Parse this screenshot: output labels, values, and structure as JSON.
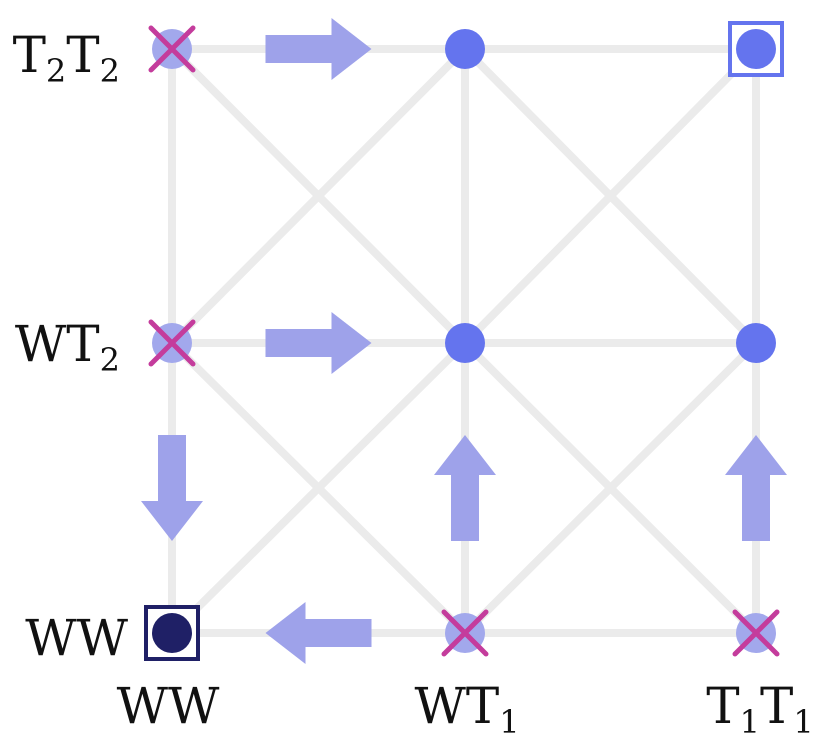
{
  "colors": {
    "grid": "#ebebeb",
    "arrow": "#9ea2ea",
    "node_active": "#6474ee",
    "node_faded": "#a2a8ec",
    "cross": "#c43c9c",
    "box_blue": "#6474ee",
    "box_navy": "#1f2066",
    "node_navy": "#1f2066",
    "text": "#111111"
  },
  "row_labels": [
    {
      "main": "T",
      "sub1": "2",
      "main2": "T",
      "sub2": "2"
    },
    {
      "main": "WT",
      "sub1": "2",
      "main2": "",
      "sub2": ""
    },
    {
      "main": "WW",
      "sub1": "",
      "main2": "",
      "sub2": ""
    }
  ],
  "col_labels": [
    {
      "main": "WW",
      "sub1": "",
      "main2": "",
      "sub2": ""
    },
    {
      "main": "WT",
      "sub1": "1",
      "main2": "",
      "sub2": ""
    },
    {
      "main": "T",
      "sub1": "1",
      "main2": "T",
      "sub2": "1"
    }
  ],
  "nodes": [
    {
      "id": "t2t2-ww",
      "col": 0,
      "row": 0,
      "style": "faded",
      "marker": "cross"
    },
    {
      "id": "t2t2-wt1",
      "col": 1,
      "row": 0,
      "style": "active",
      "marker": "none"
    },
    {
      "id": "t2t2-t1t1",
      "col": 2,
      "row": 0,
      "style": "active",
      "marker": "box-blue"
    },
    {
      "id": "wt2-ww",
      "col": 0,
      "row": 1,
      "style": "faded",
      "marker": "cross"
    },
    {
      "id": "wt2-wt1",
      "col": 1,
      "row": 1,
      "style": "active",
      "marker": "none"
    },
    {
      "id": "wt2-t1t1",
      "col": 2,
      "row": 1,
      "style": "active",
      "marker": "none"
    },
    {
      "id": "ww-ww",
      "col": 0,
      "row": 2,
      "style": "navy",
      "marker": "box-navy"
    },
    {
      "id": "ww-wt1",
      "col": 1,
      "row": 2,
      "style": "faded",
      "marker": "cross"
    },
    {
      "id": "ww-t1t1",
      "col": 2,
      "row": 2,
      "style": "faded",
      "marker": "cross"
    }
  ],
  "arrows": [
    {
      "id": "arrow-row0-right",
      "from": [
        0,
        0
      ],
      "to": [
        1,
        0
      ],
      "direction": "right"
    },
    {
      "id": "arrow-row1-right",
      "from": [
        0,
        1
      ],
      "to": [
        1,
        1
      ],
      "direction": "right"
    },
    {
      "id": "arrow-col0-down",
      "from": [
        0,
        1
      ],
      "to": [
        0,
        2
      ],
      "direction": "down"
    },
    {
      "id": "arrow-col1-up",
      "from": [
        1,
        2
      ],
      "to": [
        1,
        1
      ],
      "direction": "up"
    },
    {
      "id": "arrow-col2-up",
      "from": [
        2,
        2
      ],
      "to": [
        2,
        1
      ],
      "direction": "up"
    },
    {
      "id": "arrow-row2-left",
      "from": [
        1,
        2
      ],
      "to": [
        0,
        2
      ],
      "direction": "left"
    }
  ]
}
